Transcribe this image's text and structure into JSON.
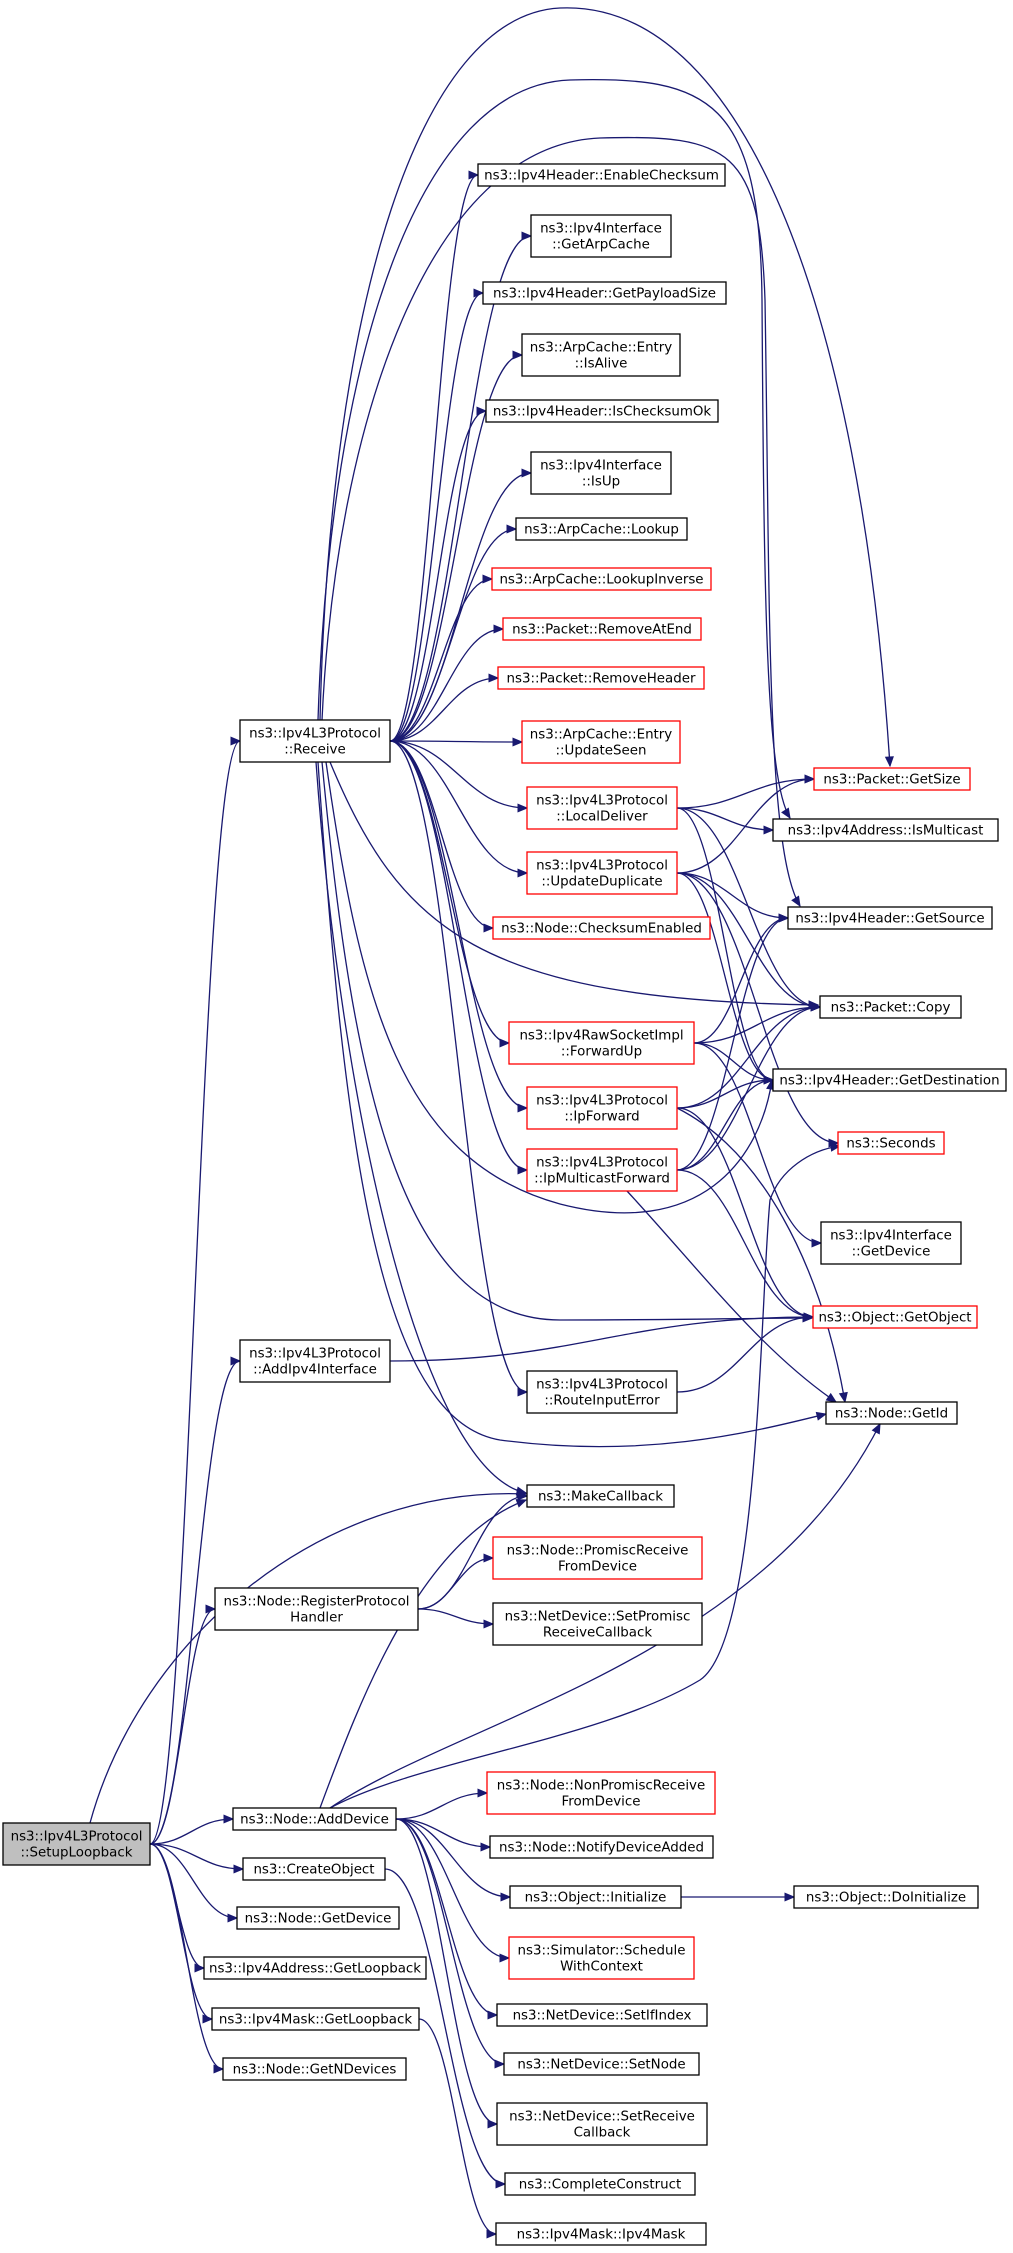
{
  "colors": {
    "edge": "#191970",
    "black_border": "#000000",
    "red_border": "#ff0000",
    "root_fill": "#bfbfbf",
    "node_fill": "#ffffff"
  },
  "nodes": {
    "setup_loopback": {
      "lines": [
        "ns3::Ipv4L3Protocol",
        "::SetupLoopback"
      ],
      "border": "black",
      "root": true
    },
    "receive": {
      "lines": [
        "ns3::Ipv4L3Protocol",
        "::Receive"
      ],
      "border": "black"
    },
    "add_ipv4_interface": {
      "lines": [
        "ns3::Ipv4L3Protocol",
        "::AddIpv4Interface"
      ],
      "border": "black"
    },
    "register_protocol_handler": {
      "lines": [
        "ns3::Node::RegisterProtocol",
        "Handler"
      ],
      "border": "black"
    },
    "add_device": {
      "lines": [
        "ns3::Node::AddDevice"
      ],
      "border": "black"
    },
    "create_object": {
      "lines": [
        "ns3::CreateObject"
      ],
      "border": "black"
    },
    "node_get_device": {
      "lines": [
        "ns3::Node::GetDevice"
      ],
      "border": "black"
    },
    "ipv4address_get_loopback": {
      "lines": [
        "ns3::Ipv4Address::GetLoopback"
      ],
      "border": "black"
    },
    "ipv4mask_get_loopback": {
      "lines": [
        "ns3::Ipv4Mask::GetLoopback"
      ],
      "border": "black"
    },
    "node_get_ndevices": {
      "lines": [
        "ns3::Node::GetNDevices"
      ],
      "border": "black"
    },
    "enable_checksum": {
      "lines": [
        "ns3::Ipv4Header::EnableChecksum"
      ],
      "border": "black"
    },
    "get_arp_cache": {
      "lines": [
        "ns3::Ipv4Interface",
        "::GetArpCache"
      ],
      "border": "black"
    },
    "get_payload_size": {
      "lines": [
        "ns3::Ipv4Header::GetPayloadSize"
      ],
      "border": "black"
    },
    "entry_is_alive": {
      "lines": [
        "ns3::ArpCache::Entry",
        "::IsAlive"
      ],
      "border": "black"
    },
    "is_checksum_ok": {
      "lines": [
        "ns3::Ipv4Header::IsChecksumOk"
      ],
      "border": "black"
    },
    "interface_is_up": {
      "lines": [
        "ns3::Ipv4Interface",
        "::IsUp"
      ],
      "border": "black"
    },
    "arp_lookup": {
      "lines": [
        "ns3::ArpCache::Lookup"
      ],
      "border": "black"
    },
    "arp_lookup_inverse": {
      "lines": [
        "ns3::ArpCache::LookupInverse"
      ],
      "border": "red"
    },
    "remove_at_end": {
      "lines": [
        "ns3::Packet::RemoveAtEnd"
      ],
      "border": "red"
    },
    "remove_header": {
      "lines": [
        "ns3::Packet::RemoveHeader"
      ],
      "border": "red"
    },
    "update_seen": {
      "lines": [
        "ns3::ArpCache::Entry",
        "::UpdateSeen"
      ],
      "border": "red"
    },
    "local_deliver": {
      "lines": [
        "ns3::Ipv4L3Protocol",
        "::LocalDeliver"
      ],
      "border": "red"
    },
    "update_duplicate": {
      "lines": [
        "ns3::Ipv4L3Protocol",
        "::UpdateDuplicate"
      ],
      "border": "red"
    },
    "checksum_enabled": {
      "lines": [
        "ns3::Node::ChecksumEnabled"
      ],
      "border": "red"
    },
    "forward_up": {
      "lines": [
        "ns3::Ipv4RawSocketImpl",
        "::ForwardUp"
      ],
      "border": "red"
    },
    "ip_forward": {
      "lines": [
        "ns3::Ipv4L3Protocol",
        "::IpForward"
      ],
      "border": "red"
    },
    "ip_multicast_forward": {
      "lines": [
        "ns3::Ipv4L3Protocol",
        "::IpMulticastForward"
      ],
      "border": "red"
    },
    "route_input_error": {
      "lines": [
        "ns3::Ipv4L3Protocol",
        "::RouteInputError"
      ],
      "border": "black"
    },
    "packet_get_size": {
      "lines": [
        "ns3::Packet::GetSize"
      ],
      "border": "red"
    },
    "is_multicast": {
      "lines": [
        "ns3::Ipv4Address::IsMulticast"
      ],
      "border": "black"
    },
    "get_source": {
      "lines": [
        "ns3::Ipv4Header::GetSource"
      ],
      "border": "black"
    },
    "packet_copy": {
      "lines": [
        "ns3::Packet::Copy"
      ],
      "border": "black"
    },
    "get_destination": {
      "lines": [
        "ns3::Ipv4Header::GetDestination"
      ],
      "border": "black"
    },
    "seconds": {
      "lines": [
        "ns3::Seconds"
      ],
      "border": "red"
    },
    "interface_get_device": {
      "lines": [
        "ns3::Ipv4Interface",
        "::GetDevice"
      ],
      "border": "black"
    },
    "object_get_object": {
      "lines": [
        "ns3::Object::GetObject"
      ],
      "border": "red"
    },
    "node_get_id": {
      "lines": [
        "ns3::Node::GetId"
      ],
      "border": "black"
    },
    "make_callback": {
      "lines": [
        "ns3::MakeCallback"
      ],
      "border": "black"
    },
    "promisc_receive_from_device": {
      "lines": [
        "ns3::Node::PromiscReceive",
        "FromDevice"
      ],
      "border": "red"
    },
    "set_promisc_receive_callback": {
      "lines": [
        "ns3::NetDevice::SetPromisc",
        "ReceiveCallback"
      ],
      "border": "black"
    },
    "non_promisc_receive_from_device": {
      "lines": [
        "ns3::Node::NonPromiscReceive",
        "FromDevice"
      ],
      "border": "red"
    },
    "notify_device_added": {
      "lines": [
        "ns3::Node::NotifyDeviceAdded"
      ],
      "border": "black"
    },
    "object_initialize": {
      "lines": [
        "ns3::Object::Initialize"
      ],
      "border": "black"
    },
    "object_do_initialize": {
      "lines": [
        "ns3::Object::DoInitialize"
      ],
      "border": "black"
    },
    "schedule_with_context": {
      "lines": [
        "ns3::Simulator::Schedule",
        "WithContext"
      ],
      "border": "red"
    },
    "set_if_index": {
      "lines": [
        "ns3::NetDevice::SetIfIndex"
      ],
      "border": "black"
    },
    "set_node": {
      "lines": [
        "ns3::NetDevice::SetNode"
      ],
      "border": "black"
    },
    "set_receive_callback": {
      "lines": [
        "ns3::NetDevice::SetReceive",
        "Callback"
      ],
      "border": "black"
    },
    "complete_construct": {
      "lines": [
        "ns3::CompleteConstruct"
      ],
      "border": "black"
    },
    "ipv4mask_ipv4mask": {
      "lines": [
        "ns3::Ipv4Mask::Ipv4Mask"
      ],
      "border": "black"
    }
  },
  "edges": [
    [
      "setup_loopback",
      "receive"
    ],
    [
      "setup_loopback",
      "add_ipv4_interface"
    ],
    [
      "setup_loopback",
      "make_callback"
    ],
    [
      "setup_loopback",
      "register_protocol_handler"
    ],
    [
      "setup_loopback",
      "add_device"
    ],
    [
      "setup_loopback",
      "create_object"
    ],
    [
      "setup_loopback",
      "node_get_device"
    ],
    [
      "setup_loopback",
      "ipv4address_get_loopback"
    ],
    [
      "setup_loopback",
      "ipv4mask_get_loopback"
    ],
    [
      "setup_loopback",
      "node_get_ndevices"
    ],
    [
      "receive",
      "enable_checksum"
    ],
    [
      "receive",
      "get_arp_cache"
    ],
    [
      "receive",
      "get_payload_size"
    ],
    [
      "receive",
      "entry_is_alive"
    ],
    [
      "receive",
      "is_checksum_ok"
    ],
    [
      "receive",
      "interface_is_up"
    ],
    [
      "receive",
      "arp_lookup"
    ],
    [
      "receive",
      "arp_lookup_inverse"
    ],
    [
      "receive",
      "remove_at_end"
    ],
    [
      "receive",
      "remove_header"
    ],
    [
      "receive",
      "update_seen"
    ],
    [
      "receive",
      "local_deliver"
    ],
    [
      "receive",
      "update_duplicate"
    ],
    [
      "receive",
      "checksum_enabled"
    ],
    [
      "receive",
      "forward_up"
    ],
    [
      "receive",
      "ip_forward"
    ],
    [
      "receive",
      "ip_multicast_forward"
    ],
    [
      "receive",
      "route_input_error"
    ],
    [
      "receive",
      "packet_get_size"
    ],
    [
      "receive",
      "is_multicast"
    ],
    [
      "receive",
      "get_source"
    ],
    [
      "receive",
      "packet_copy"
    ],
    [
      "receive",
      "get_destination"
    ],
    [
      "receive",
      "object_get_object"
    ],
    [
      "receive",
      "node_get_id"
    ],
    [
      "receive",
      "make_callback"
    ],
    [
      "local_deliver",
      "packet_get_size"
    ],
    [
      "local_deliver",
      "is_multicast"
    ],
    [
      "local_deliver",
      "get_destination"
    ],
    [
      "local_deliver",
      "packet_copy"
    ],
    [
      "update_duplicate",
      "packet_get_size"
    ],
    [
      "update_duplicate",
      "get_source"
    ],
    [
      "update_duplicate",
      "get_destination"
    ],
    [
      "update_duplicate",
      "packet_copy"
    ],
    [
      "update_duplicate",
      "seconds"
    ],
    [
      "forward_up",
      "get_source"
    ],
    [
      "forward_up",
      "packet_copy"
    ],
    [
      "forward_up",
      "get_destination"
    ],
    [
      "forward_up",
      "interface_get_device"
    ],
    [
      "ip_forward",
      "packet_copy"
    ],
    [
      "ip_forward",
      "get_destination"
    ],
    [
      "ip_forward",
      "object_get_object"
    ],
    [
      "ip_forward",
      "node_get_id"
    ],
    [
      "ip_multicast_forward",
      "get_source"
    ],
    [
      "ip_multicast_forward",
      "packet_copy"
    ],
    [
      "ip_multicast_forward",
      "get_destination"
    ],
    [
      "ip_multicast_forward",
      "object_get_object"
    ],
    [
      "ip_multicast_forward",
      "node_get_id"
    ],
    [
      "route_input_error",
      "object_get_object"
    ],
    [
      "add_ipv4_interface",
      "object_get_object"
    ],
    [
      "register_protocol_handler",
      "make_callback"
    ],
    [
      "register_protocol_handler",
      "promisc_receive_from_device"
    ],
    [
      "register_protocol_handler",
      "set_promisc_receive_callback"
    ],
    [
      "add_device",
      "make_callback"
    ],
    [
      "add_device",
      "seconds"
    ],
    [
      "add_device",
      "node_get_id"
    ],
    [
      "add_device",
      "non_promisc_receive_from_device"
    ],
    [
      "add_device",
      "notify_device_added"
    ],
    [
      "add_device",
      "object_initialize"
    ],
    [
      "add_device",
      "schedule_with_context"
    ],
    [
      "add_device",
      "set_if_index"
    ],
    [
      "add_device",
      "set_node"
    ],
    [
      "add_device",
      "set_receive_callback"
    ],
    [
      "object_initialize",
      "object_do_initialize"
    ],
    [
      "create_object",
      "complete_construct"
    ],
    [
      "ipv4mask_get_loopback",
      "ipv4mask_ipv4mask"
    ]
  ]
}
